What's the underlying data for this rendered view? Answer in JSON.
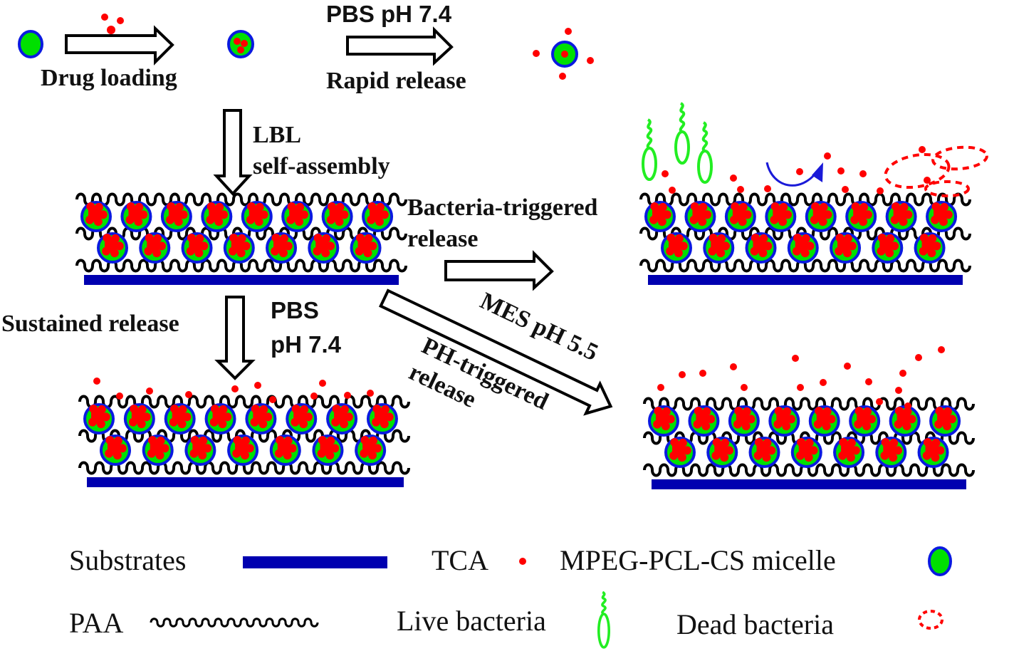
{
  "labels": {
    "drug_loading": "Drug loading",
    "pbs_top": "PBS pH 7.4",
    "rapid_release": "Rapid release",
    "lbl": "LBL",
    "self_assembly": "self-assembly",
    "bacteria_triggered_1": "Bacteria-triggered",
    "bacteria_triggered_2": "release",
    "sustained_release": "Sustained release",
    "pbs_mid_1": "PBS",
    "pbs_mid_2": "pH 7.4",
    "mes": "MES pH 5.5",
    "ph_triggered_1": "PH-triggered",
    "ph_triggered_2": "release"
  },
  "legend": {
    "substrates": "Substrates",
    "tca": "TCA",
    "micelle": "MPEG-PCL-CS micelle",
    "paa": "PAA",
    "live_bacteria": "Live bacteria",
    "dead_bacteria": "Dead bacteria"
  },
  "colors": {
    "substrate": "#0000b0",
    "micelle_core": "#00e000",
    "micelle_border": "#0a1ae0",
    "drug": "#ff0000",
    "live_bacteria": "#22ee22",
    "flow_arrow": "#1a1ad8"
  },
  "panels": [
    {
      "name": "lbl-film-initial",
      "state": "drug-loaded film"
    },
    {
      "name": "bacteria-triggered-film",
      "state": "bacteria-triggered release"
    },
    {
      "name": "sustained-release-film",
      "state": "sustained release in PBS pH 7.4"
    },
    {
      "name": "ph-triggered-film",
      "state": "pH-triggered release in MES pH 5.5"
    }
  ]
}
